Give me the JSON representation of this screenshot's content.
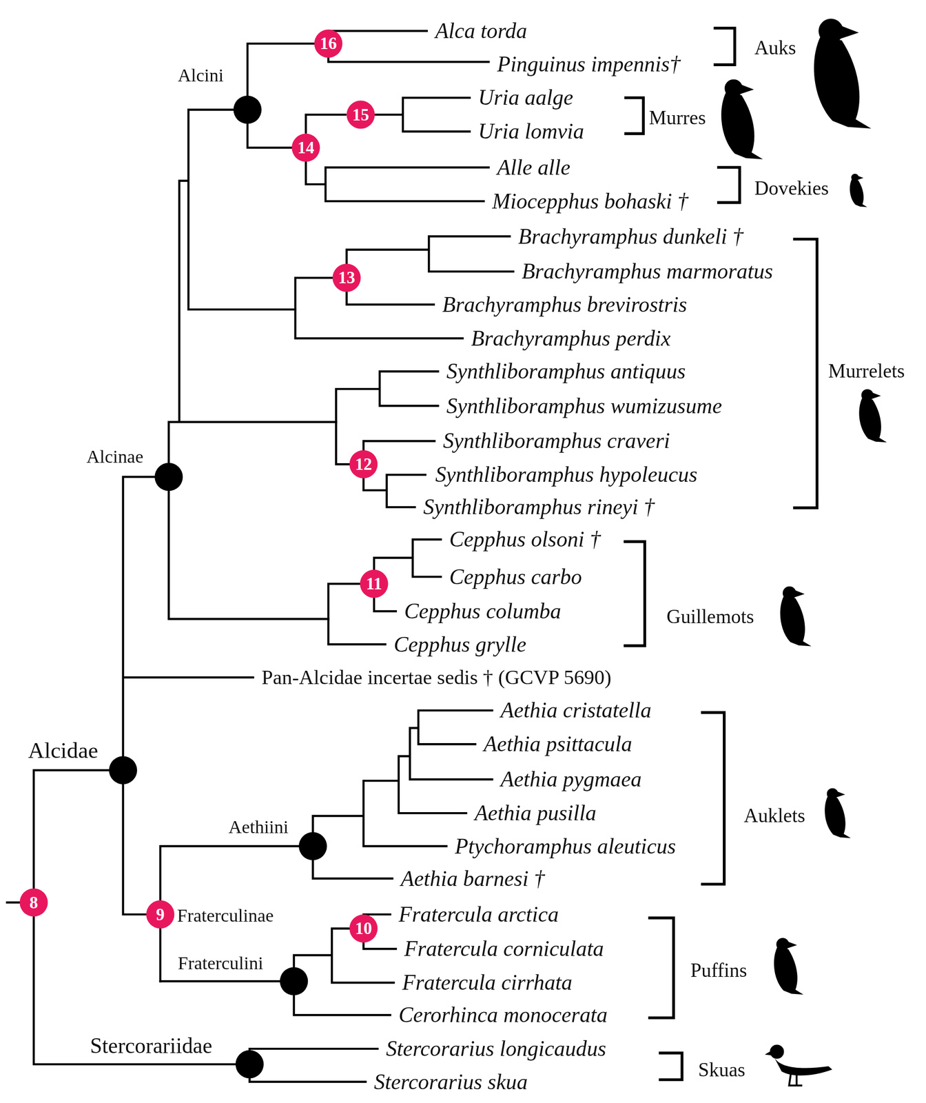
{
  "diagram": {
    "nodes": [
      {
        "text": [
          "16"
        ]
      },
      {
        "text": [
          "15"
        ]
      },
      {
        "text": [
          "14"
        ]
      },
      {
        "text": [
          "13"
        ]
      },
      {
        "text": [
          "12"
        ]
      },
      {
        "text": [
          "11"
        ]
      },
      {
        "text": [
          "8"
        ]
      },
      {
        "text": [
          "9"
        ]
      },
      {
        "text": [
          "10"
        ]
      }
    ],
    "edges": [
      {
        "from": 2,
        "to": 1,
        "arrow": "none"
      }
    ],
    "labels": [
      "Alca torda",
      "Pinguinus impennis†",
      "Uria aalge",
      "Uria lomvia",
      "Alle alle",
      "Miocepphus bohaski †",
      "Brachyramphus dunkeli †",
      "Brachyramphus marmoratus",
      "Brachyramphus brevirostris",
      "Brachyramphus perdix",
      "Synthliboramphus antiquus",
      "Synthliboramphus wumizusume",
      "Synthliboramphus craveri",
      "Synthliboramphus hypoleucus",
      "Synthliboramphus rineyi †",
      "Cepphus olsoni †",
      "Cepphus carbo",
      "Cepphus columba",
      "Cepphus grylle",
      "Pan-Alcidae incertae sedis † (GCVP 5690)",
      "Aethia cristatella",
      "Aethia psittacula",
      "Aethia pygmaea",
      "Aethia pusilla",
      "Ptychoramphus aleuticus",
      "Aethia barnesi †",
      "Fratercula arctica",
      "Fratercula corniculata",
      "Fratercula cirrhata",
      "Cerorhinca monocerata",
      "Stercorarius longicaudus",
      "Stercorarius skua",
      "Alcini",
      "Alcinae",
      "Alcidae",
      "Aethiini",
      "Fraterculinae",
      "Fraterculini",
      "Stercorariidae",
      "Auks",
      "Murres",
      "Dovekies",
      "Murrelets",
      "Guillemots",
      "Auklets",
      "Puffins",
      "Skuas"
    ]
  }
}
